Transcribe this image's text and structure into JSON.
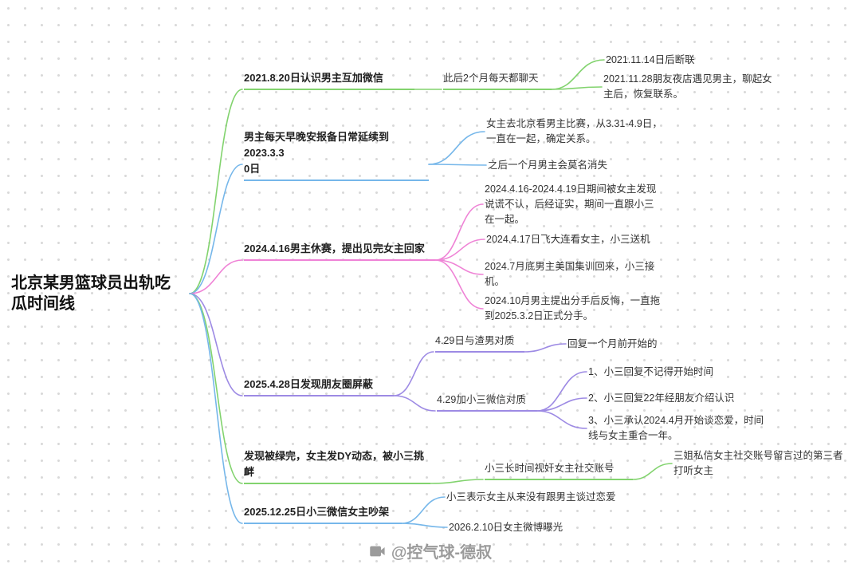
{
  "root_topic": "北京某男篮球员出轨吃\n瓜时间线",
  "watermark": "@控气球-德叔",
  "palette": {
    "green": "#82d36e",
    "blue": "#76b7ea",
    "pink": "#ef83d6",
    "purple": "#9d8ae4"
  },
  "branches": [
    {
      "label": "2021.8.20日认识男主互加微信",
      "color": "green",
      "children": [
        {
          "label": "此后2个月每天都聊天",
          "children": [
            {
              "label": "2021.11.14日后断联"
            },
            {
              "label": "2021.11.28朋友夜店遇见男主，聊起女\n主后，恢复联系。"
            }
          ]
        }
      ]
    },
    {
      "label": "男主每天早晚安报备日常延续到2023.3.3\n0日",
      "color": "blue",
      "children": [
        {
          "label": "女主去北京看男主比赛，从3.31-4.9日，\n一直在一起，确定关系。"
        },
        {
          "label": "之后一个月男主会莫名消失"
        }
      ]
    },
    {
      "label": "2024.4.16男主休赛，提出见完女主回家",
      "color": "pink",
      "children": [
        {
          "label": "2024.4.16-2024.4.19日期间被女主发现\n说谎不认，后经证实，期间一直跟小三\n在一起。"
        },
        {
          "label": "2024.4.17日飞大连看女主，小三送机"
        },
        {
          "label": "2024.7月底男主美国集训回来，小三接\n机。"
        },
        {
          "label": "2024.10月男主提出分手后反悔，一直拖\n到2025.3.2日正式分手。"
        }
      ]
    },
    {
      "label": "2025.4.28日发现朋友圈屏蔽",
      "color": "purple",
      "children": [
        {
          "label": "4.29日与渣男对质",
          "children": [
            {
              "label": "回复一个月前开始的"
            }
          ]
        },
        {
          "label": "4.29加小三微信对质",
          "children": [
            {
              "label": "1、小三回复不记得开始时间"
            },
            {
              "label": "2、小三回复22年经朋友介绍认识"
            },
            {
              "label": "3、小三承认2024.4月开始谈恋爱，时间\n线与女主重合一年。"
            }
          ]
        }
      ]
    },
    {
      "label": "发现被绿完，女主发DY动态，被小三挑\n衅",
      "color": "green",
      "children": [
        {
          "label": "小三长时间视奸女主社交账号",
          "children": [
            {
              "label": "三姐私信女主社交账号留言过的第三者\n打听女主"
            }
          ]
        }
      ]
    },
    {
      "label": "2025.12.25日小三微信女主吵架",
      "color": "blue",
      "children": [
        {
          "label": "小三表示女主从来没有跟男主谈过恋爱"
        },
        {
          "label": "2026.2.10日女主微博曝光"
        }
      ]
    }
  ]
}
